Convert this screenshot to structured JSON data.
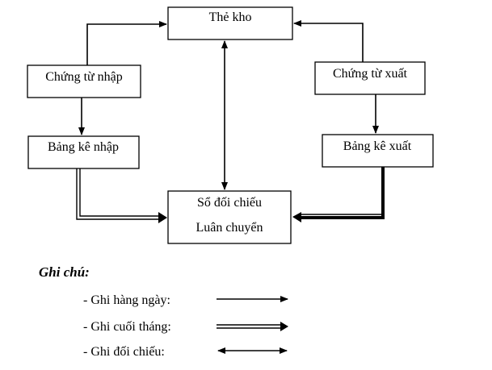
{
  "nodes": {
    "the_kho": "Thẻ kho",
    "chung_tu_nhap": "Chứng từ nhập",
    "chung_tu_xuat": "Chứng từ xuất",
    "bang_ke_nhap": "Bảng kê nhập",
    "bang_ke_xuat": "Bảng kê xuất",
    "so_doi_chieu_line1": "Sổ đối chiếu",
    "so_doi_chieu_line2": "Luân chuyển"
  },
  "legend": {
    "title": "Ghi chú:",
    "items": [
      {
        "label": "- Ghi hàng ngày:",
        "style": "single-arrow"
      },
      {
        "label": "- Ghi cuối tháng:",
        "style": "double-arrow"
      },
      {
        "label": "- Ghi đối chiếu:",
        "style": "bidirectional-arrow"
      }
    ]
  },
  "edges": [
    {
      "from": "chung_tu_nhap",
      "to": "the_kho",
      "style": "single-arrow"
    },
    {
      "from": "chung_tu_xuat",
      "to": "the_kho",
      "style": "single-arrow"
    },
    {
      "from": "chung_tu_nhap",
      "to": "bang_ke_nhap",
      "style": "single-arrow"
    },
    {
      "from": "chung_tu_xuat",
      "to": "bang_ke_xuat",
      "style": "single-arrow"
    },
    {
      "from": "bang_ke_nhap",
      "to": "so_doi_chieu",
      "style": "double-arrow"
    },
    {
      "from": "bang_ke_xuat",
      "to": "so_doi_chieu",
      "style": "double-arrow"
    },
    {
      "from": "the_kho",
      "to": "so_doi_chieu",
      "style": "bidirectional-arrow"
    }
  ],
  "colors": {
    "stroke": "#000000",
    "background": "#ffffff"
  }
}
